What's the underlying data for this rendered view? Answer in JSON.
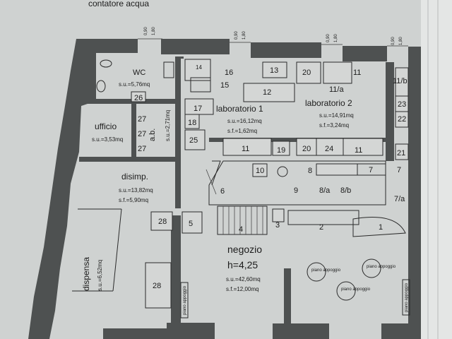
{
  "header": {
    "text": "contatore acqua"
  },
  "dimensions": [
    "0,90",
    "1,80",
    "0,90",
    "1,80",
    "0,90",
    "1,80",
    "0,90",
    "1,80"
  ],
  "rooms": {
    "wc": {
      "name": "WC",
      "area": "s.u.=5,76mq"
    },
    "ufficio": {
      "name": "ufficio",
      "area": "s.u.=3,53mq"
    },
    "ab": {
      "name": "a.b.",
      "area": "s.u.=2,71mq"
    },
    "disimp": {
      "name": "disimp.",
      "area": "s.u.=13,82mq",
      "sf": "s.f.=5,90mq"
    },
    "dispensa": {
      "name": "dispensa",
      "area": "s.u.=6,52mq"
    },
    "lab1": {
      "name": "laboratorio 1",
      "area": "s.u.=16,12mq",
      "sf": "s.f.=1,62mq"
    },
    "lab2": {
      "name": "laboratorio 2",
      "area": "s.u.=14,91mq",
      "sf": "s.f.=3,24mq"
    },
    "negozio": {
      "name": "negozio",
      "height": "h=4,25",
      "area": "s.u.=42,60mq",
      "sf": "s.f.=12,00mq"
    }
  },
  "numbers": {
    "n1": "1",
    "n2": "2",
    "n3": "3",
    "n4": "4",
    "n5": "5",
    "n6": "6",
    "n7a": "7",
    "n7b": "7",
    "n7c": "7/a",
    "n8": "8",
    "n8a": "8/a",
    "n8b": "8/b",
    "n9": "9",
    "n10": "10",
    "n11a": "11",
    "n11b": "11/a",
    "n11c": "11/b",
    "n11d": "11",
    "n11e": "11",
    "n12": "12",
    "n13": "13",
    "n14": "14",
    "n15": "15",
    "n16": "16",
    "n17": "17",
    "n18": "18",
    "n19": "19",
    "n20a": "20",
    "n20b": "20",
    "n21": "21",
    "n22": "22",
    "n23": "23",
    "n24": "24",
    "n25": "25",
    "n26": "26",
    "n27a": "27",
    "n27b": "27",
    "n27c": "27",
    "n28a": "28",
    "n28b": "28"
  },
  "small_labels": {
    "piano1": "piano appoggio",
    "piano2": "piano appoggio",
    "piano3": "piano appoggio",
    "vetrina1": "piano appoggio",
    "vetrina2": "piano appoggio"
  }
}
